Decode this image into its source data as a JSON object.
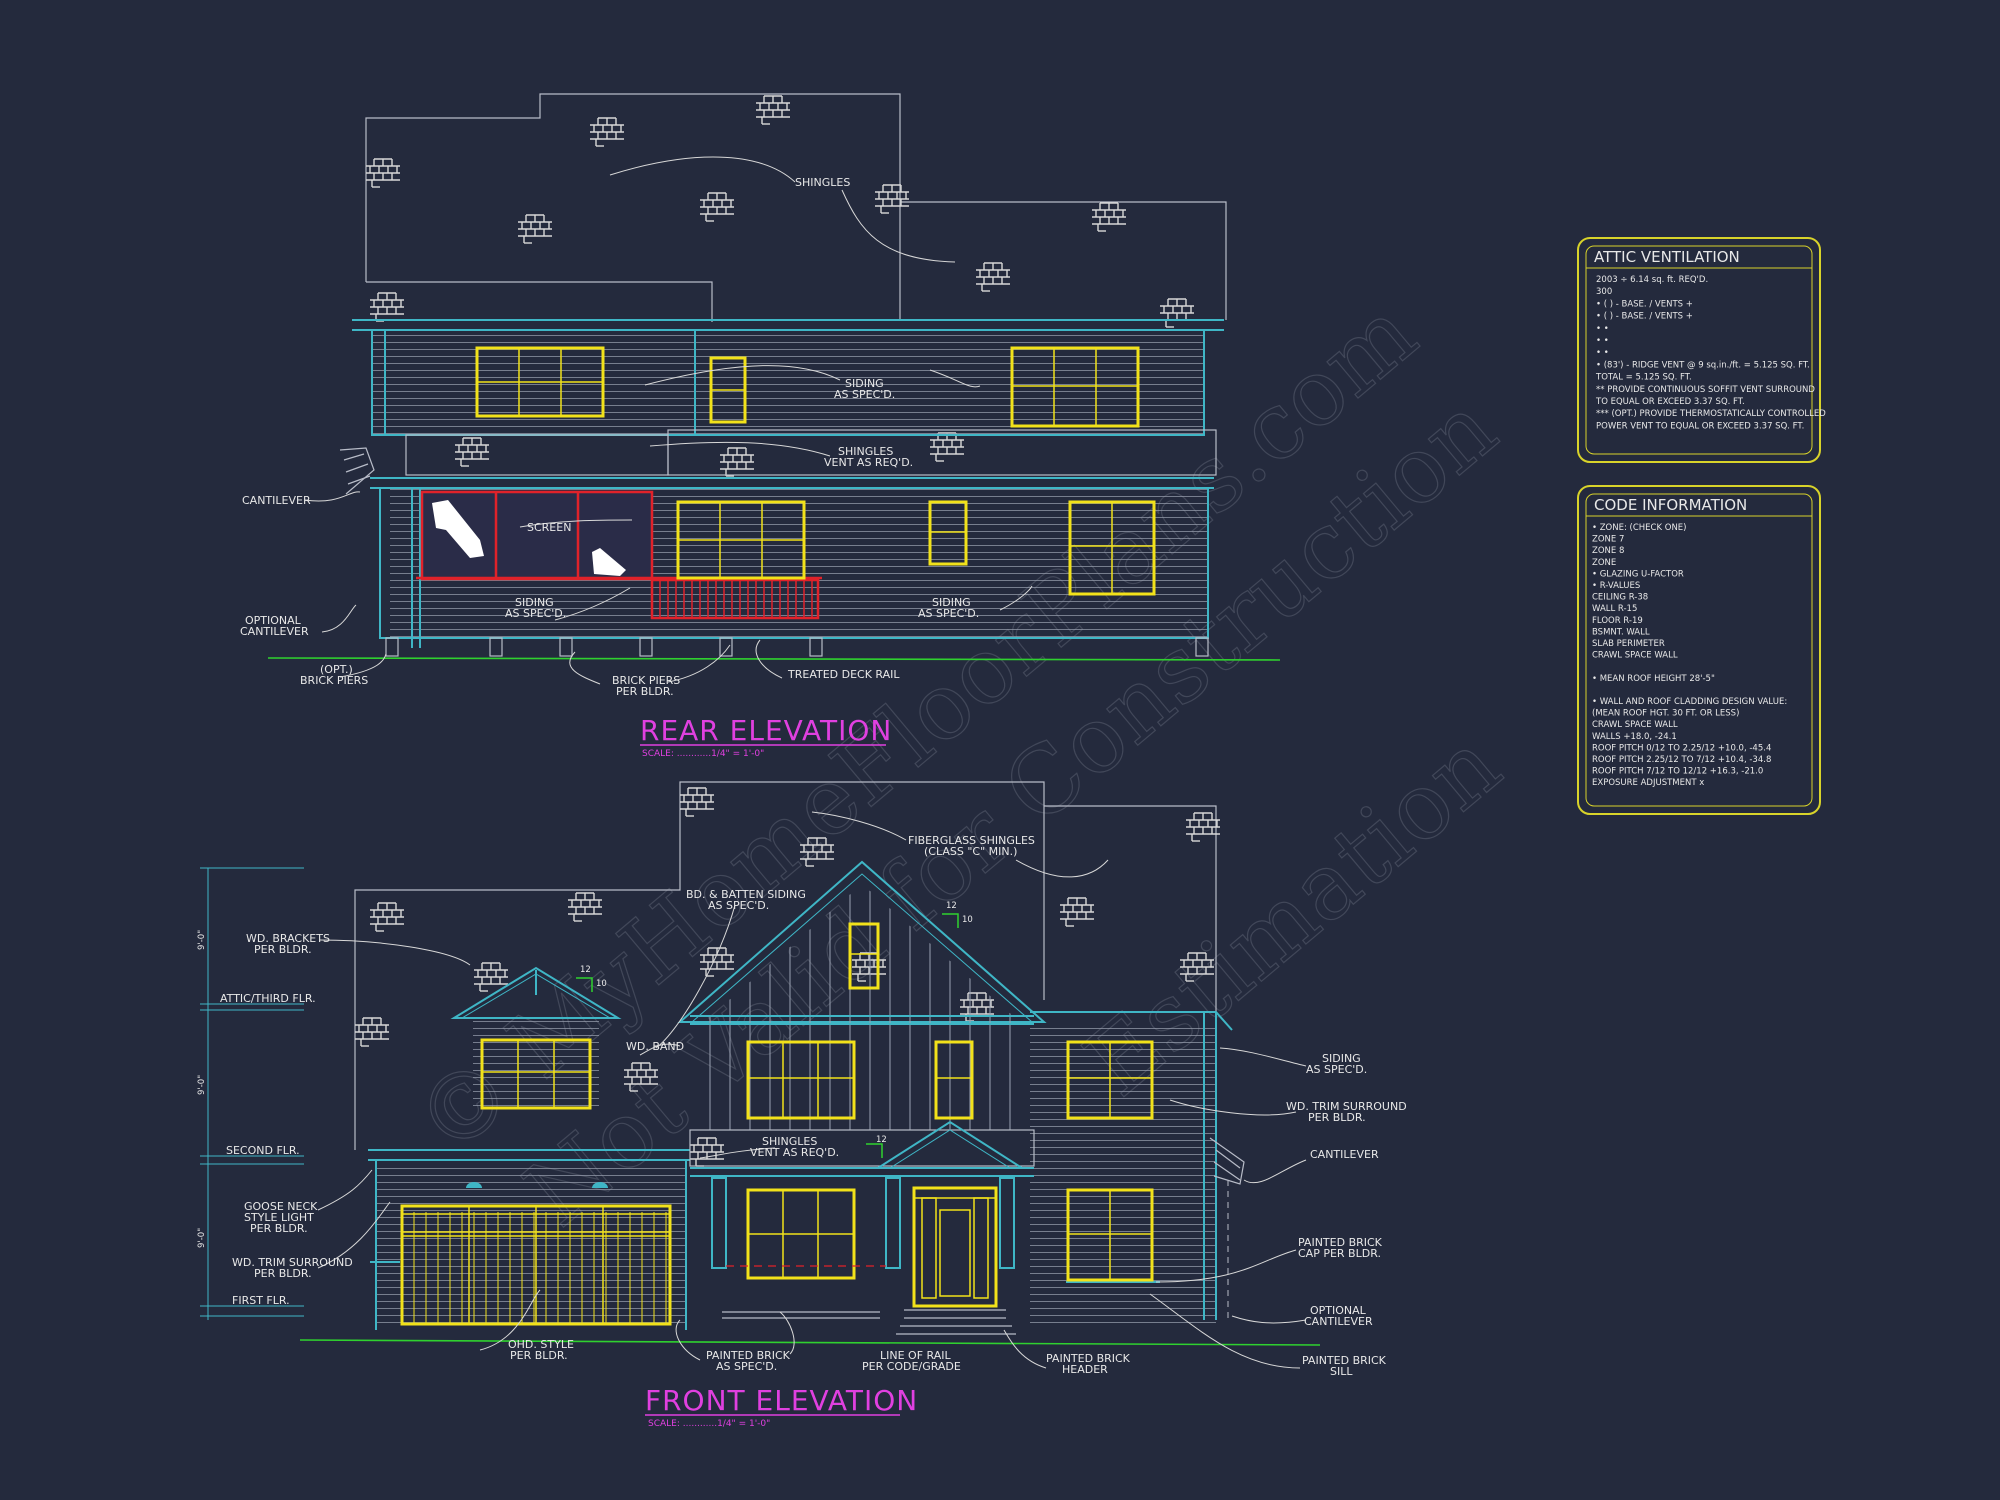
{
  "rear": {
    "title": "REAR ELEVATION",
    "scale": "SCALE: ............1/4\" = 1'-0\"",
    "labels": {
      "shingles": "SHINGLES",
      "siding_1": "SIDING",
      "siding_2": "AS SPEC'D.",
      "vent_1": "SHINGLES",
      "vent_2": "VENT AS REQ'D.",
      "cantilever": "CANTILEVER",
      "screen": "SCREEN",
      "opt_cant_1": "OPTIONAL",
      "opt_cant_2": "CANTILEVER",
      "siding_l1": "SIDING",
      "siding_l2": "AS SPEC'D.",
      "siding_r1": "SIDING",
      "siding_r2": "AS SPEC'D.",
      "opt_piers_1": "(OPT.)",
      "opt_piers_2": "BRICK PIERS",
      "piers_1": "BRICK PIERS",
      "piers_2": "PER BLDR.",
      "deck_rail": "TREATED DECK RAIL"
    }
  },
  "front": {
    "title": "FRONT ELEVATION",
    "scale": "SCALE: ............1/4\" = 1'-0\"",
    "labels": {
      "fiberglass_1": "FIBERGLASS SHINGLES",
      "fiberglass_2": "(CLASS \"C\" MIN.)",
      "batten_1": "BD. & BATTEN SIDING",
      "batten_2": "AS SPEC'D.",
      "brackets_1": "WD. BRACKETS",
      "brackets_2": "PER BLDR.",
      "attic_flr": "ATTIC/THIRD FLR.",
      "band": "WD. BAND",
      "second_flr": "SECOND FLR.",
      "goose_1": "GOOSE NECK",
      "goose_2": "STYLE LIGHT",
      "goose_3": "PER BLDR.",
      "trim_l1": "WD. TRIM SURROUND",
      "trim_l2": "PER BLDR.",
      "first_flr": "FIRST FLR.",
      "ohd_1": "OHD. STYLE",
      "ohd_2": "PER BLDR.",
      "pbrick_1": "PAINTED BRICK",
      "pbrick_2": "AS SPEC'D.",
      "rail_1": "LINE OF RAIL",
      "rail_2": "PER CODE/GRADE",
      "header_1": "PAINTED BRICK",
      "header_2": "HEADER",
      "vent_1": "SHINGLES",
      "vent_2": "VENT AS REQ'D.",
      "siding_1": "SIDING",
      "siding_2": "AS SPEC'D.",
      "trim_r1": "WD. TRIM SURROUND",
      "trim_r2": "PER BLDR.",
      "cantilever": "CANTILEVER",
      "cap_1": "PAINTED BRICK",
      "cap_2": "CAP PER BLDR.",
      "opt_1": "OPTIONAL",
      "opt_2": "CANTILEVER",
      "sill_1": "PAINTED BRICK",
      "sill_2": "SILL",
      "pitch_rise_a": "12",
      "pitch_run_a": "10",
      "pitch_rise_b": "12",
      "pitch_run_b": "10",
      "pitch_rise_c": "12",
      "dim_1": "9'-0\"",
      "dim_2": "9'-0\"",
      "dim_3": "9'-0\""
    }
  },
  "attic": {
    "title": "ATTIC VENTILATION",
    "lines": [
      "2003 ÷ 6.14 sq. ft. REQ'D.",
      "300",
      "• (   ) -        BASE.    /    VENTS   +",
      "• (   ) -        BASE.    /    VENTS   +",
      "•                                        •",
      "•                                        •",
      "•                                        •",
      "• (83') - RIDGE VENT @ 9 sq.in./ft.  = 5.125 SQ. FT.",
      "                        TOTAL       = 5.125 SQ. FT.",
      "** PROVIDE CONTINUOUS SOFFIT VENT SURROUND",
      "   TO EQUAL OR EXCEED  3.37 SQ. FT.",
      "*** (OPT.) PROVIDE THERMOSTATICALLY CONTROLLED",
      "   POWER VENT TO EQUAL OR EXCEED  3.37 SQ. FT."
    ]
  },
  "code": {
    "title": "CODE INFORMATION",
    "lines": [
      "• ZONE: (CHECK ONE)",
      "      ZONE 7",
      "      ZONE 8",
      "      ZONE",
      "• GLAZING U-FACTOR",
      "• R-VALUES",
      "      CEILING                 R-38",
      "      WALL                    R-15",
      "      FLOOR                   R-19",
      "      BSMNT. WALL",
      "      SLAB PERIMETER",
      "      CRAWL SPACE WALL",
      "",
      "• MEAN ROOF HEIGHT   28'-5\"",
      "",
      "• WALL AND ROOF CLADDING DESIGN VALUE:",
      "   (MEAN ROOF HGT. 30 FT. OR LESS)",
      "      CRAWL SPACE WALL",
      "      WALLS                     +18.0, -24.1",
      "      ROOF PITCH 0/12 TO 2.25/12   +10.0, -45.4",
      "      ROOF PITCH 2.25/12 TO 7/12   +10.4, -34.8",
      "      ROOF PITCH 7/12 TO 12/12     +16.3, -21.0",
      "      EXPOSURE ADJUSTMENT         x"
    ]
  },
  "watermark": {
    "line1": "© MyHomeFloorPlans.com",
    "line2": "Not Valid for Construction",
    "line3": "Estimation"
  },
  "colors": {
    "background": "#242a3d",
    "wall_cyan": "#3fb6c6",
    "window_yellow": "#f2e21a",
    "rail_red": "#e0222a",
    "grade_green": "#2fd12f",
    "title_magenta": "#e040e0",
    "box_border": "#d8d32a"
  }
}
